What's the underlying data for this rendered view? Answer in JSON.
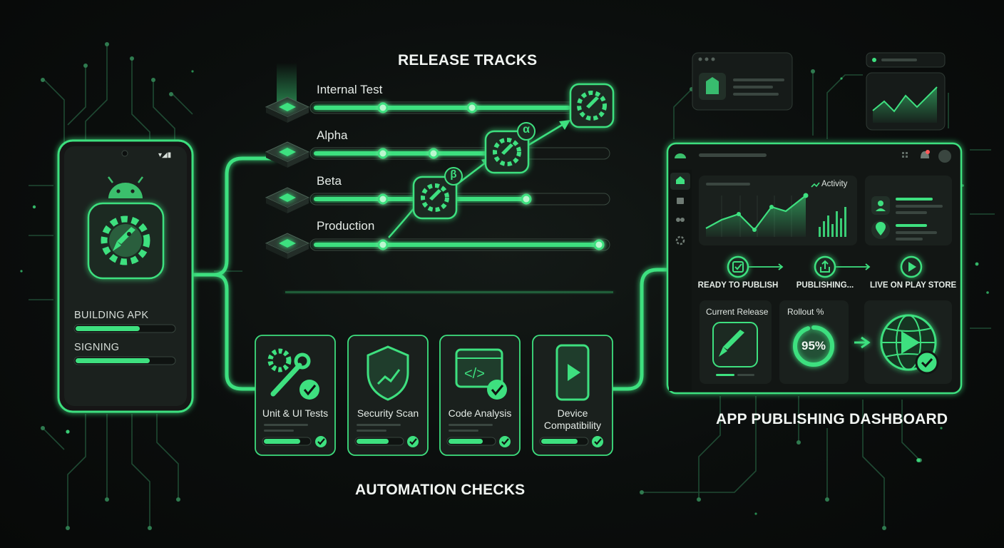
{
  "headings": {
    "release_tracks": "RELEASE TRACKS",
    "automation_checks": "AUTOMATION CHECKS",
    "dashboard": "APP PUBLISHING DASHBOARD"
  },
  "phone": {
    "build_label": "BUILDING APK",
    "build_progress": 0.65,
    "sign_label": "SIGNING",
    "sign_progress": 0.75
  },
  "tracks": [
    {
      "label": "Internal Test"
    },
    {
      "label": "Alpha",
      "badge": "α"
    },
    {
      "label": "Beta",
      "badge": "β"
    },
    {
      "label": "Production"
    }
  ],
  "checks": [
    {
      "label": "Unit & UI Tests",
      "icon": "gear-wrench-icon",
      "progress": 0.8
    },
    {
      "label": "Security Scan",
      "icon": "shield-chart-icon",
      "progress": 0.7
    },
    {
      "label": "Code Analysis",
      "icon": "code-window-icon",
      "progress": 0.75
    },
    {
      "label": "Device Compatibility",
      "icon": "phone-play-icon",
      "progress": 0.8
    }
  ],
  "dashboard": {
    "activity_label": "Activity",
    "steps": [
      "READY TO PUBLISH",
      "PUBLISHING...",
      "LIVE ON PLAY STORE"
    ],
    "current_release_label": "Current Release",
    "rollout_label": "Rollout %",
    "rollout_value": "95%",
    "rollout_fraction": 0.95
  },
  "colors": {
    "accent": "#3ee07f",
    "accent_dim": "#1f7a45",
    "panel": "#1a201d",
    "background": "#0a0d0c"
  }
}
